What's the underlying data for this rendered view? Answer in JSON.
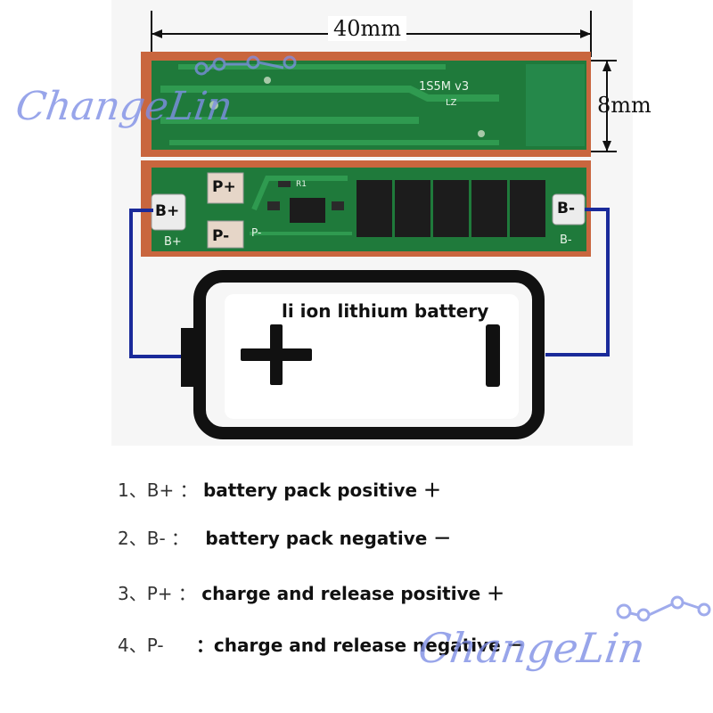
{
  "dimensions": {
    "width": "40mm",
    "height": "8mm"
  },
  "board": {
    "silkscreen_model": "1S5M v3",
    "silkscreen_sub": "LZ",
    "resistor_label": "R1",
    "pad_b_plus": "B+",
    "pad_b_minus": "B-",
    "pad_p_plus": "P+",
    "pad_p_minus": "P-",
    "pad_b_plus_small": "B+",
    "pad_b_minus_small": "B-",
    "pad_p_minus_small": "P-",
    "pcb_color": "#1f7a3b",
    "frame_color": "#c9663e"
  },
  "battery": {
    "label": "li ion lithium battery"
  },
  "legend": [
    {
      "num": "1、",
      "code": "B+ ：",
      "desc": "battery pack positive ＋"
    },
    {
      "num": "2、",
      "code": "B- ：",
      "desc": "battery pack negative －"
    },
    {
      "num": "3、",
      "code": "P+ ：",
      "desc": "charge and release positive ＋"
    },
    {
      "num": "4、",
      "code": "P-",
      "desc": "：charge and release negative －"
    }
  ],
  "watermark": {
    "text": "ChangeLin",
    "color": "#7f8fe6"
  },
  "colors": {
    "wire": "#1a2a9a",
    "battery_outline": "#111111"
  }
}
